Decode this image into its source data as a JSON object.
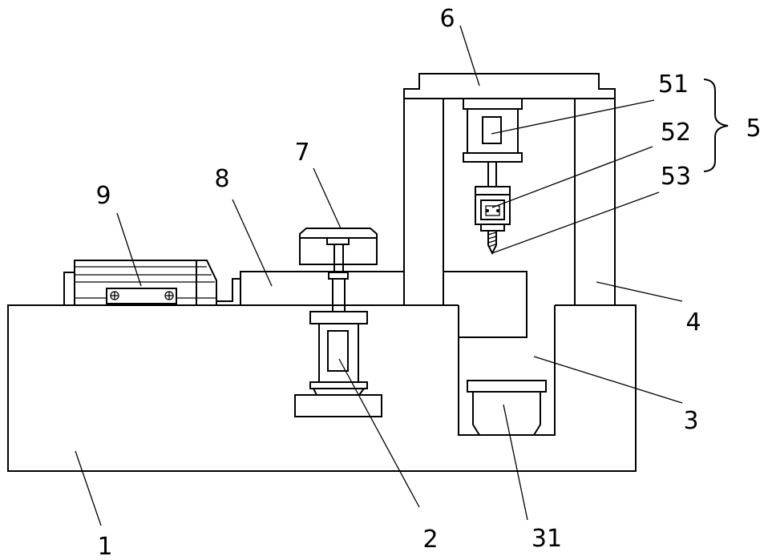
{
  "figure": {
    "labels": {
      "base": "1",
      "lifting_cylinder": "2",
      "recess": "3",
      "pillar": "4",
      "drill_assembly": "5",
      "crossbeam": "6",
      "pressing_plate": "7",
      "conveyor_table": "8",
      "motor": "9",
      "motor_51": "51",
      "chuck_52": "52",
      "drill_bit_53": "53",
      "collection_box": "31"
    }
  }
}
